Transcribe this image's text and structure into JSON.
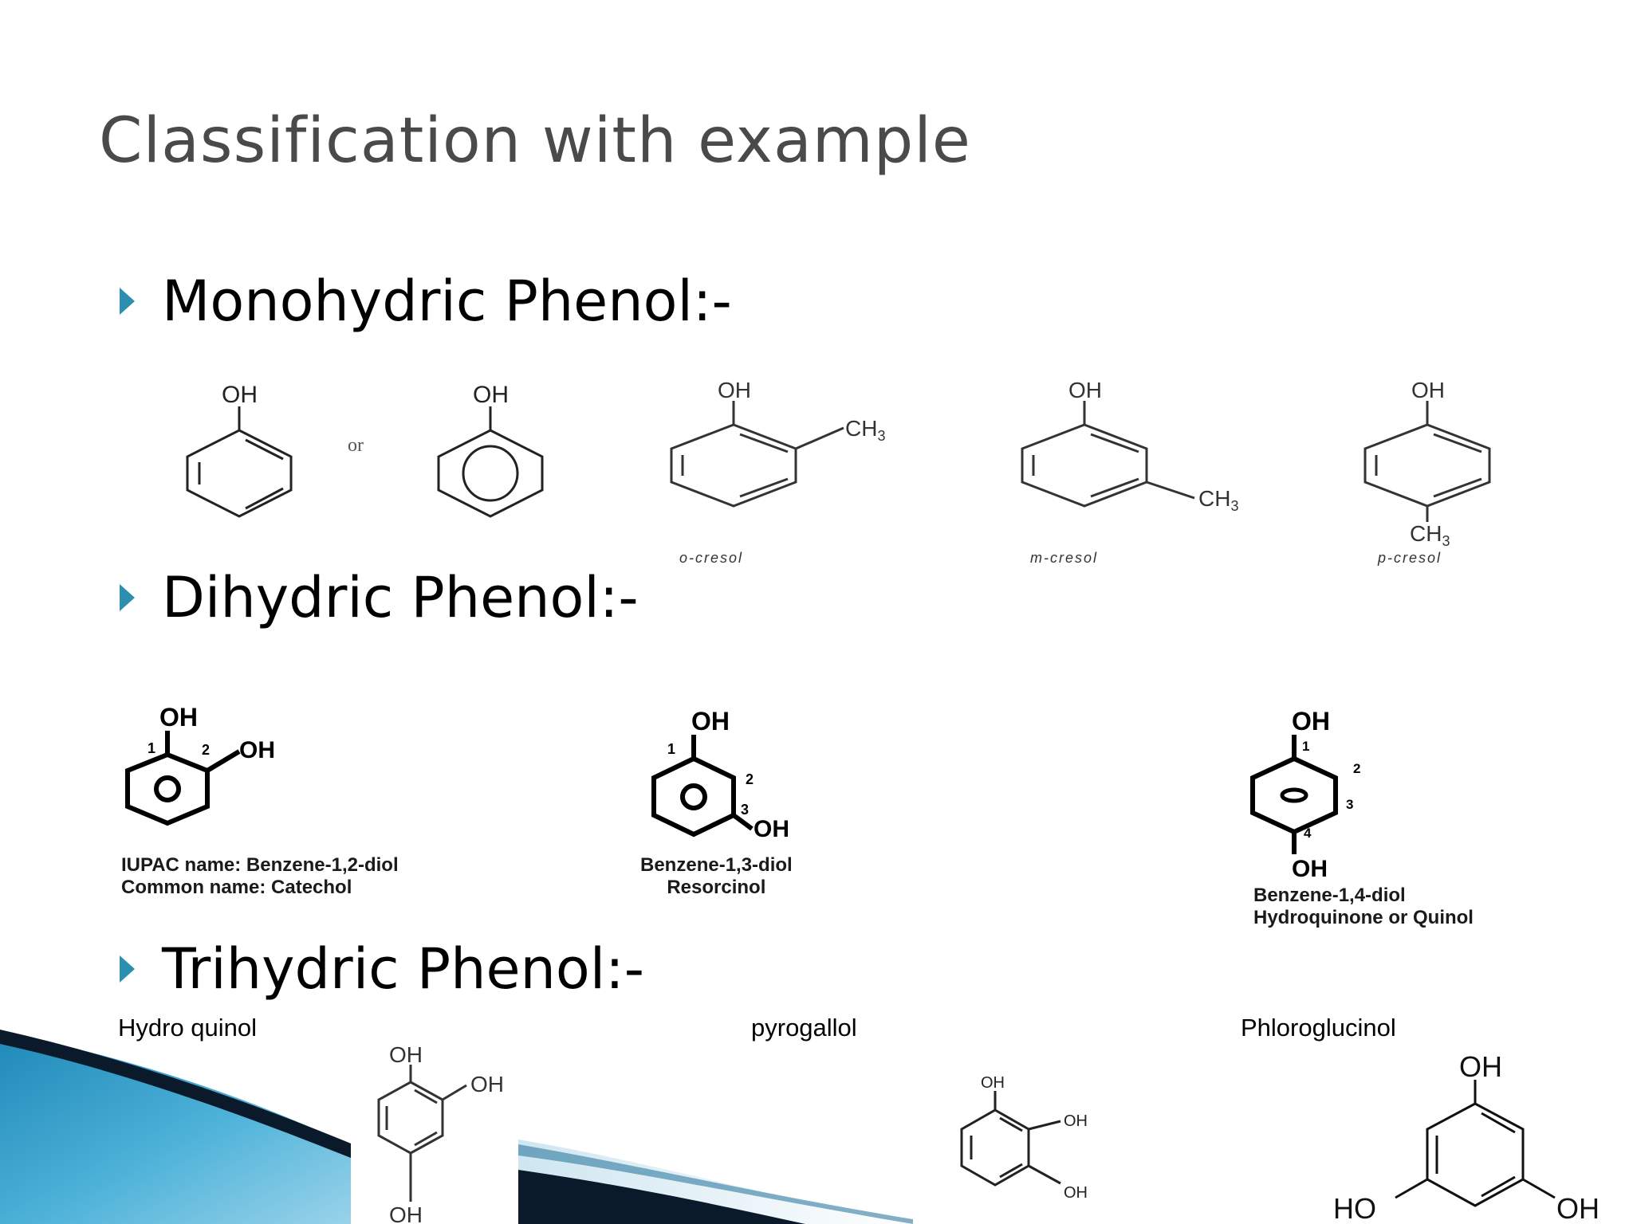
{
  "slide": {
    "title": "Classification with example",
    "sections": {
      "monohydric": "Monohydric Phenol:-",
      "dihydric": "Dihydric Phenol:-",
      "trihydric": "Trihydric Phenol:-"
    },
    "bullet_color": "#2d8fb0",
    "monohydric": {
      "phenol_or": "or",
      "cresols": [
        {
          "name": "o-cresol"
        },
        {
          "name": "m-cresol"
        },
        {
          "name": "p-cresol"
        }
      ]
    },
    "dihydric": {
      "catechol": {
        "line1": "IUPAC name: Benzene-1,2-diol",
        "line2": "Common name: Catechol"
      },
      "resorcinol": {
        "line1": "Benzene-1,3-diol",
        "line2": "Resorcinol"
      },
      "hydroquinone": {
        "line1": "Benzene-1,4-diol",
        "line2": "Hydroquinone or Quinol"
      }
    },
    "trihydric": {
      "captions": [
        "Hydro quinol",
        "pyrogallol",
        "Phloroglucinol"
      ]
    },
    "labels": {
      "oh": "OH",
      "ho": "HO",
      "ch3": "CH",
      "sub3": "3"
    }
  }
}
